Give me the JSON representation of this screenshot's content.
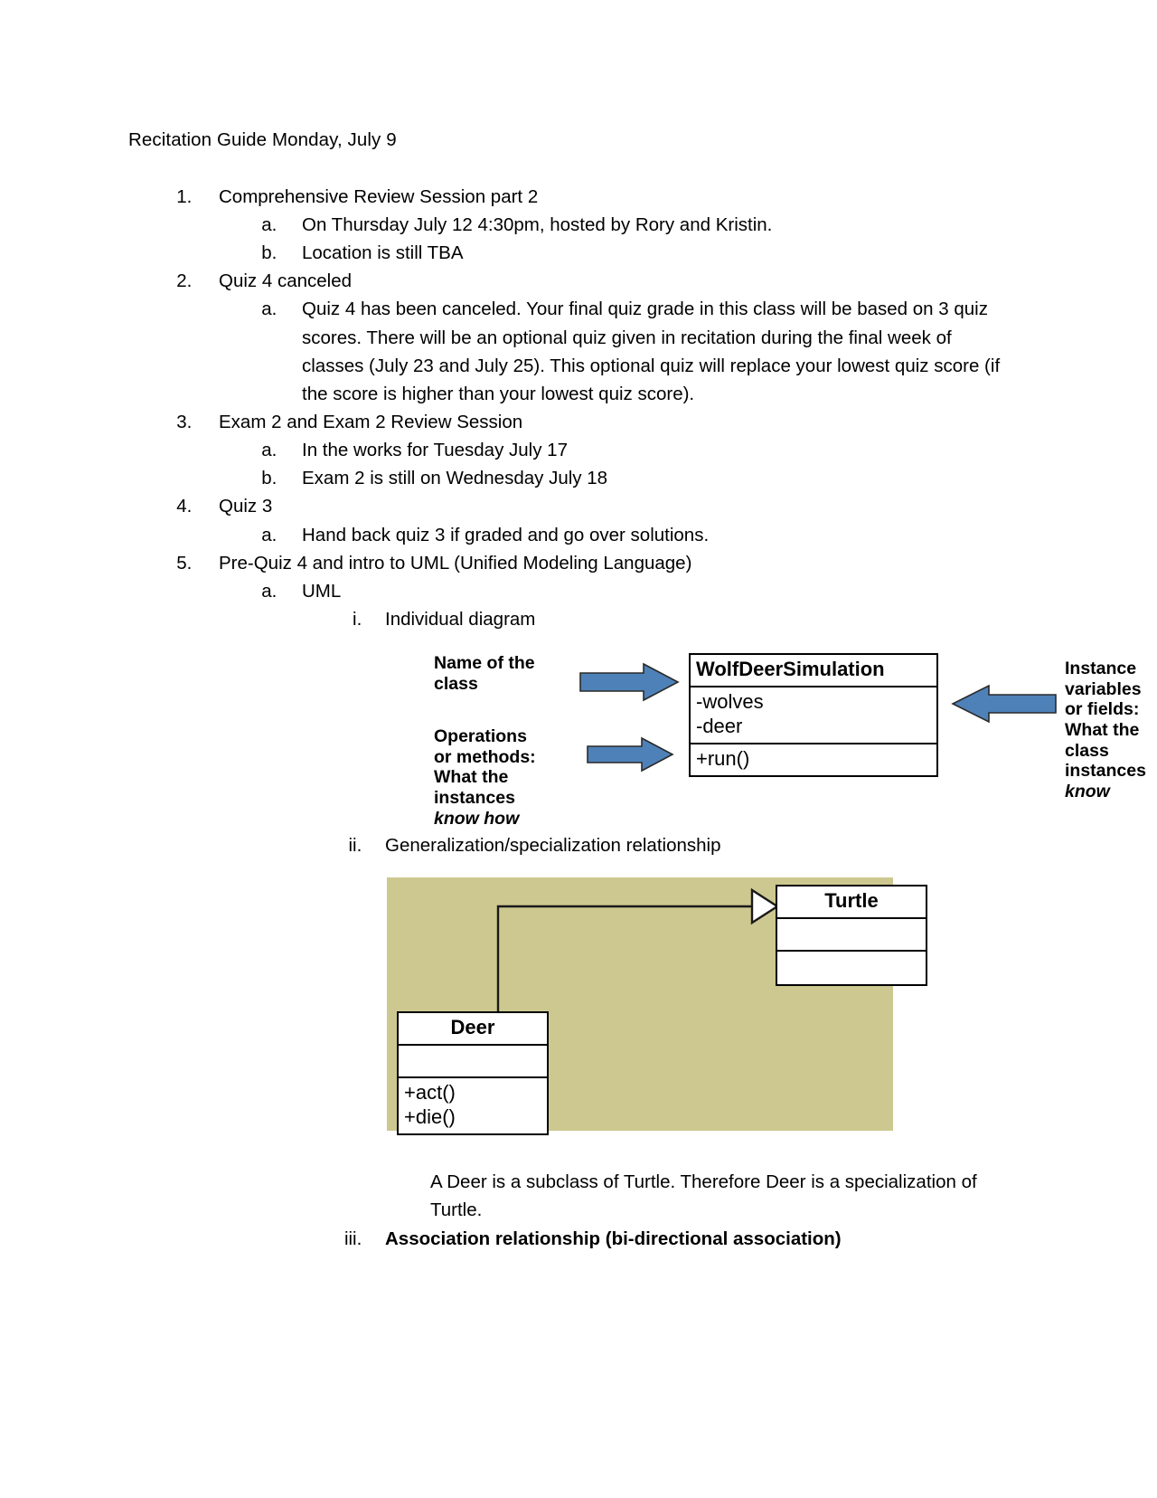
{
  "document": {
    "title": "Recitation Guide Monday, July 9",
    "items": [
      {
        "n": "1",
        "text": "Comprehensive Review Session part 2",
        "sub": [
          {
            "n": "a",
            "text": "On Thursday July 12 4:30pm, hosted by Rory and Kristin."
          },
          {
            "n": "b",
            "text": "Location is still TBA"
          }
        ]
      },
      {
        "n": "2",
        "text": "Quiz 4 canceled",
        "sub": [
          {
            "n": "a",
            "text": "Quiz 4 has been canceled. Your final quiz grade in this class will be based on 3 quiz scores. There will be an optional quiz given in recitation during the final week of classes (July 23 and July 25). This optional quiz will replace your lowest quiz score (if the score is higher than your lowest quiz score)."
          }
        ]
      },
      {
        "n": "3",
        "text": "Exam 2 and Exam 2 Review Session",
        "sub": [
          {
            "n": "a",
            "text": "In the works for Tuesday July 17"
          },
          {
            "n": "b",
            "text": "Exam 2 is still on Wednesday July 18"
          }
        ]
      },
      {
        "n": "4",
        "text": "Quiz 3",
        "sub": [
          {
            "n": "a",
            "text": "Hand back quiz 3 if graded and go over solutions."
          }
        ]
      },
      {
        "n": "5",
        "text": "Pre-Quiz 4 and intro to UML (Unified Modeling Language)",
        "sub": [
          {
            "n": "a",
            "text": "UML"
          }
        ]
      }
    ]
  },
  "uml": {
    "sub_items": {
      "i": "Individual diagram",
      "ii": "Generalization/specialization relationship",
      "iii": "Association relationship (bi-directional association)"
    },
    "individual_diagram": {
      "label_name_of_class": "Name of the\nclass",
      "label_operations_line1": "Operations",
      "label_operations_line2": "or methods:",
      "label_operations_line3": "What the",
      "label_operations_line4": "instances",
      "label_operations_line5": "know how",
      "label_instance_vars_line1": "Instance",
      "label_instance_vars_line2": "variables",
      "label_instance_vars_line3": "or fields:",
      "label_instance_vars_line4": "What the",
      "label_instance_vars_line5": "class",
      "label_instance_vars_line6": "instances",
      "label_instance_vars_line7": "know",
      "class_box": {
        "name": "WolfDeerSimulation",
        "attributes": "-wolves\n-deer",
        "operations": "+run()"
      },
      "arrow_color": "#4E81B8"
    },
    "generalization_diagram": {
      "superclass": {
        "name": "Turtle",
        "attributes": "",
        "operations": ""
      },
      "subclass": {
        "name": "Deer",
        "attributes": "",
        "operations": "+act()\n+die()"
      },
      "background_color": "#cdc88f",
      "caption": "A Deer is a subclass of Turtle. Therefore Deer is a specialization of Turtle."
    }
  }
}
